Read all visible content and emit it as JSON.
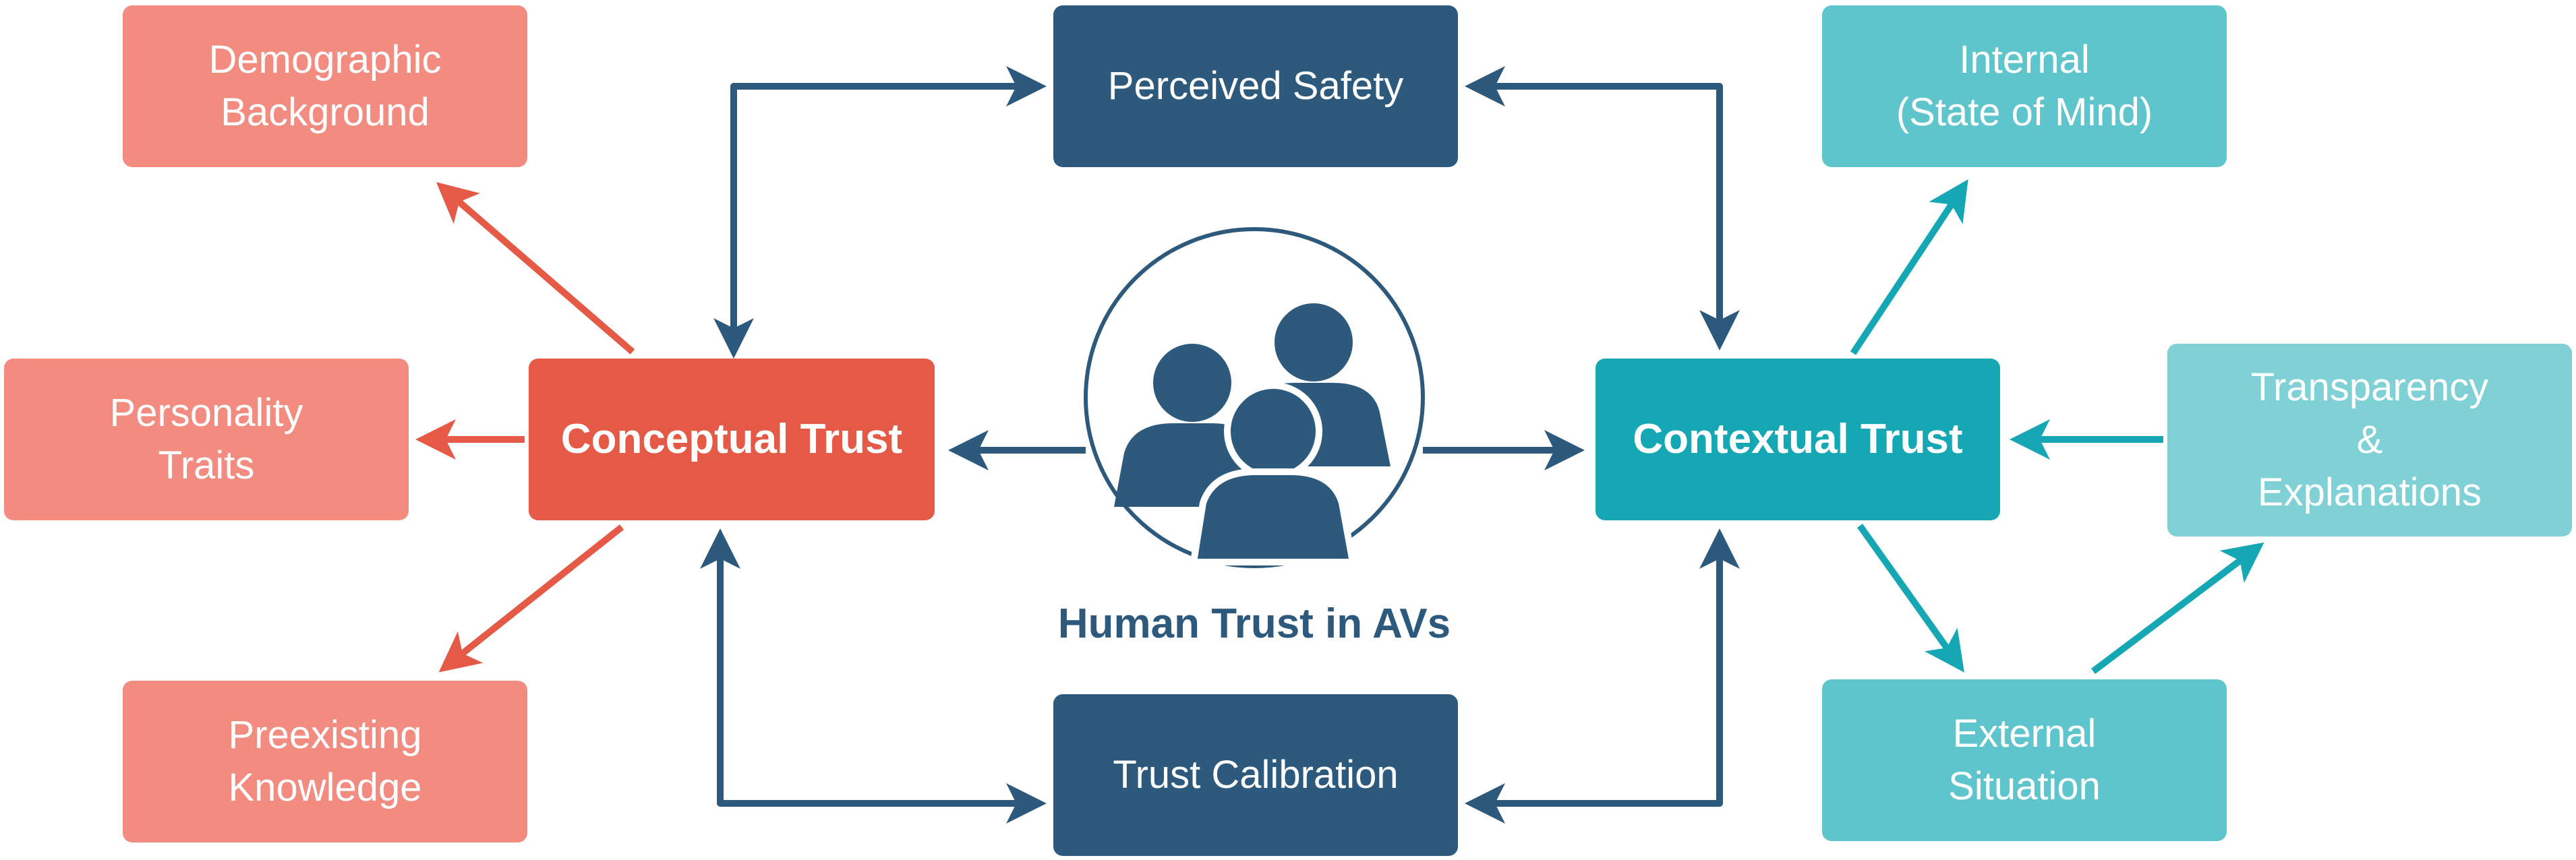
{
  "colors": {
    "navy": "#2d5a7c",
    "red": "#e55a47",
    "salmon": "#f28b80",
    "teal": "#15a8b4",
    "light_teal": "#5ec5cc",
    "pale_teal": "#7fd1d6"
  },
  "nodes": {
    "demographic": "Demographic\nBackground",
    "personality": "Personality\nTraits",
    "preexisting": "Preexisting\nKnowledge",
    "conceptual": "Conceptual Trust",
    "perceived_safety": "Perceived Safety",
    "trust_calibration": "Trust Calibration",
    "contextual": "Contextual Trust",
    "internal": "Internal\n(State of Mind)",
    "transparency": "Transparency\n&\nExplanations",
    "external": "External\nSituation"
  },
  "center": {
    "icon": "people-group-icon",
    "caption": "Human Trust in AVs"
  }
}
